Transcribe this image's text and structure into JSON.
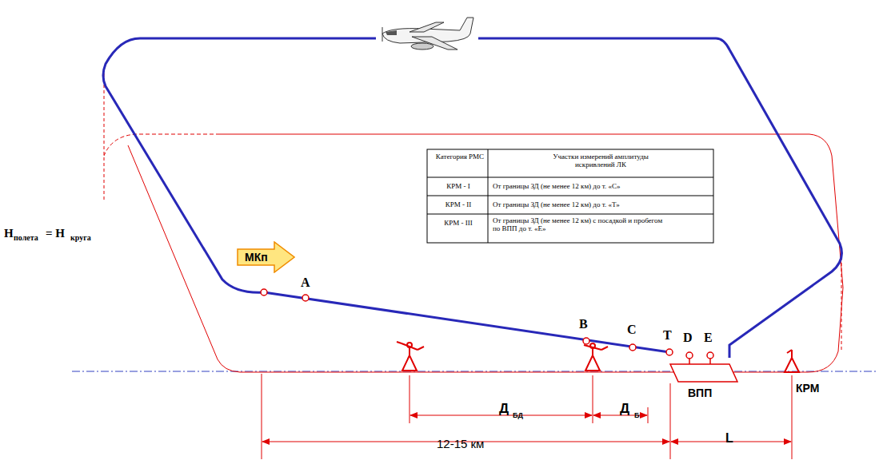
{
  "diagram": {
    "nodes": [
      {
        "text": [
          "МКп"
        ]
      }
    ],
    "labels": [
      "Н",
      "полета",
      "= Н",
      "круга",
      "Категория РМС",
      "Участки измерений амплитуды искривлений ЛК",
      "КРМ - I",
      "От границы ЗД (не менее 12 км) до т. «С»",
      "КРМ - II",
      "От границы ЗД (не менее 12 км) до т. «Т»",
      "КРМ - III",
      "От границы ЗД (не менее 12 км) с посадкой и пробегом  по ВПП  до т. «Е»",
      "A",
      "B",
      "C",
      "T",
      "D",
      "E",
      "ВПП",
      "КРМ",
      "Д",
      "БД",
      "Д",
      "Б",
      "12-15 км",
      "L"
    ]
  }
}
